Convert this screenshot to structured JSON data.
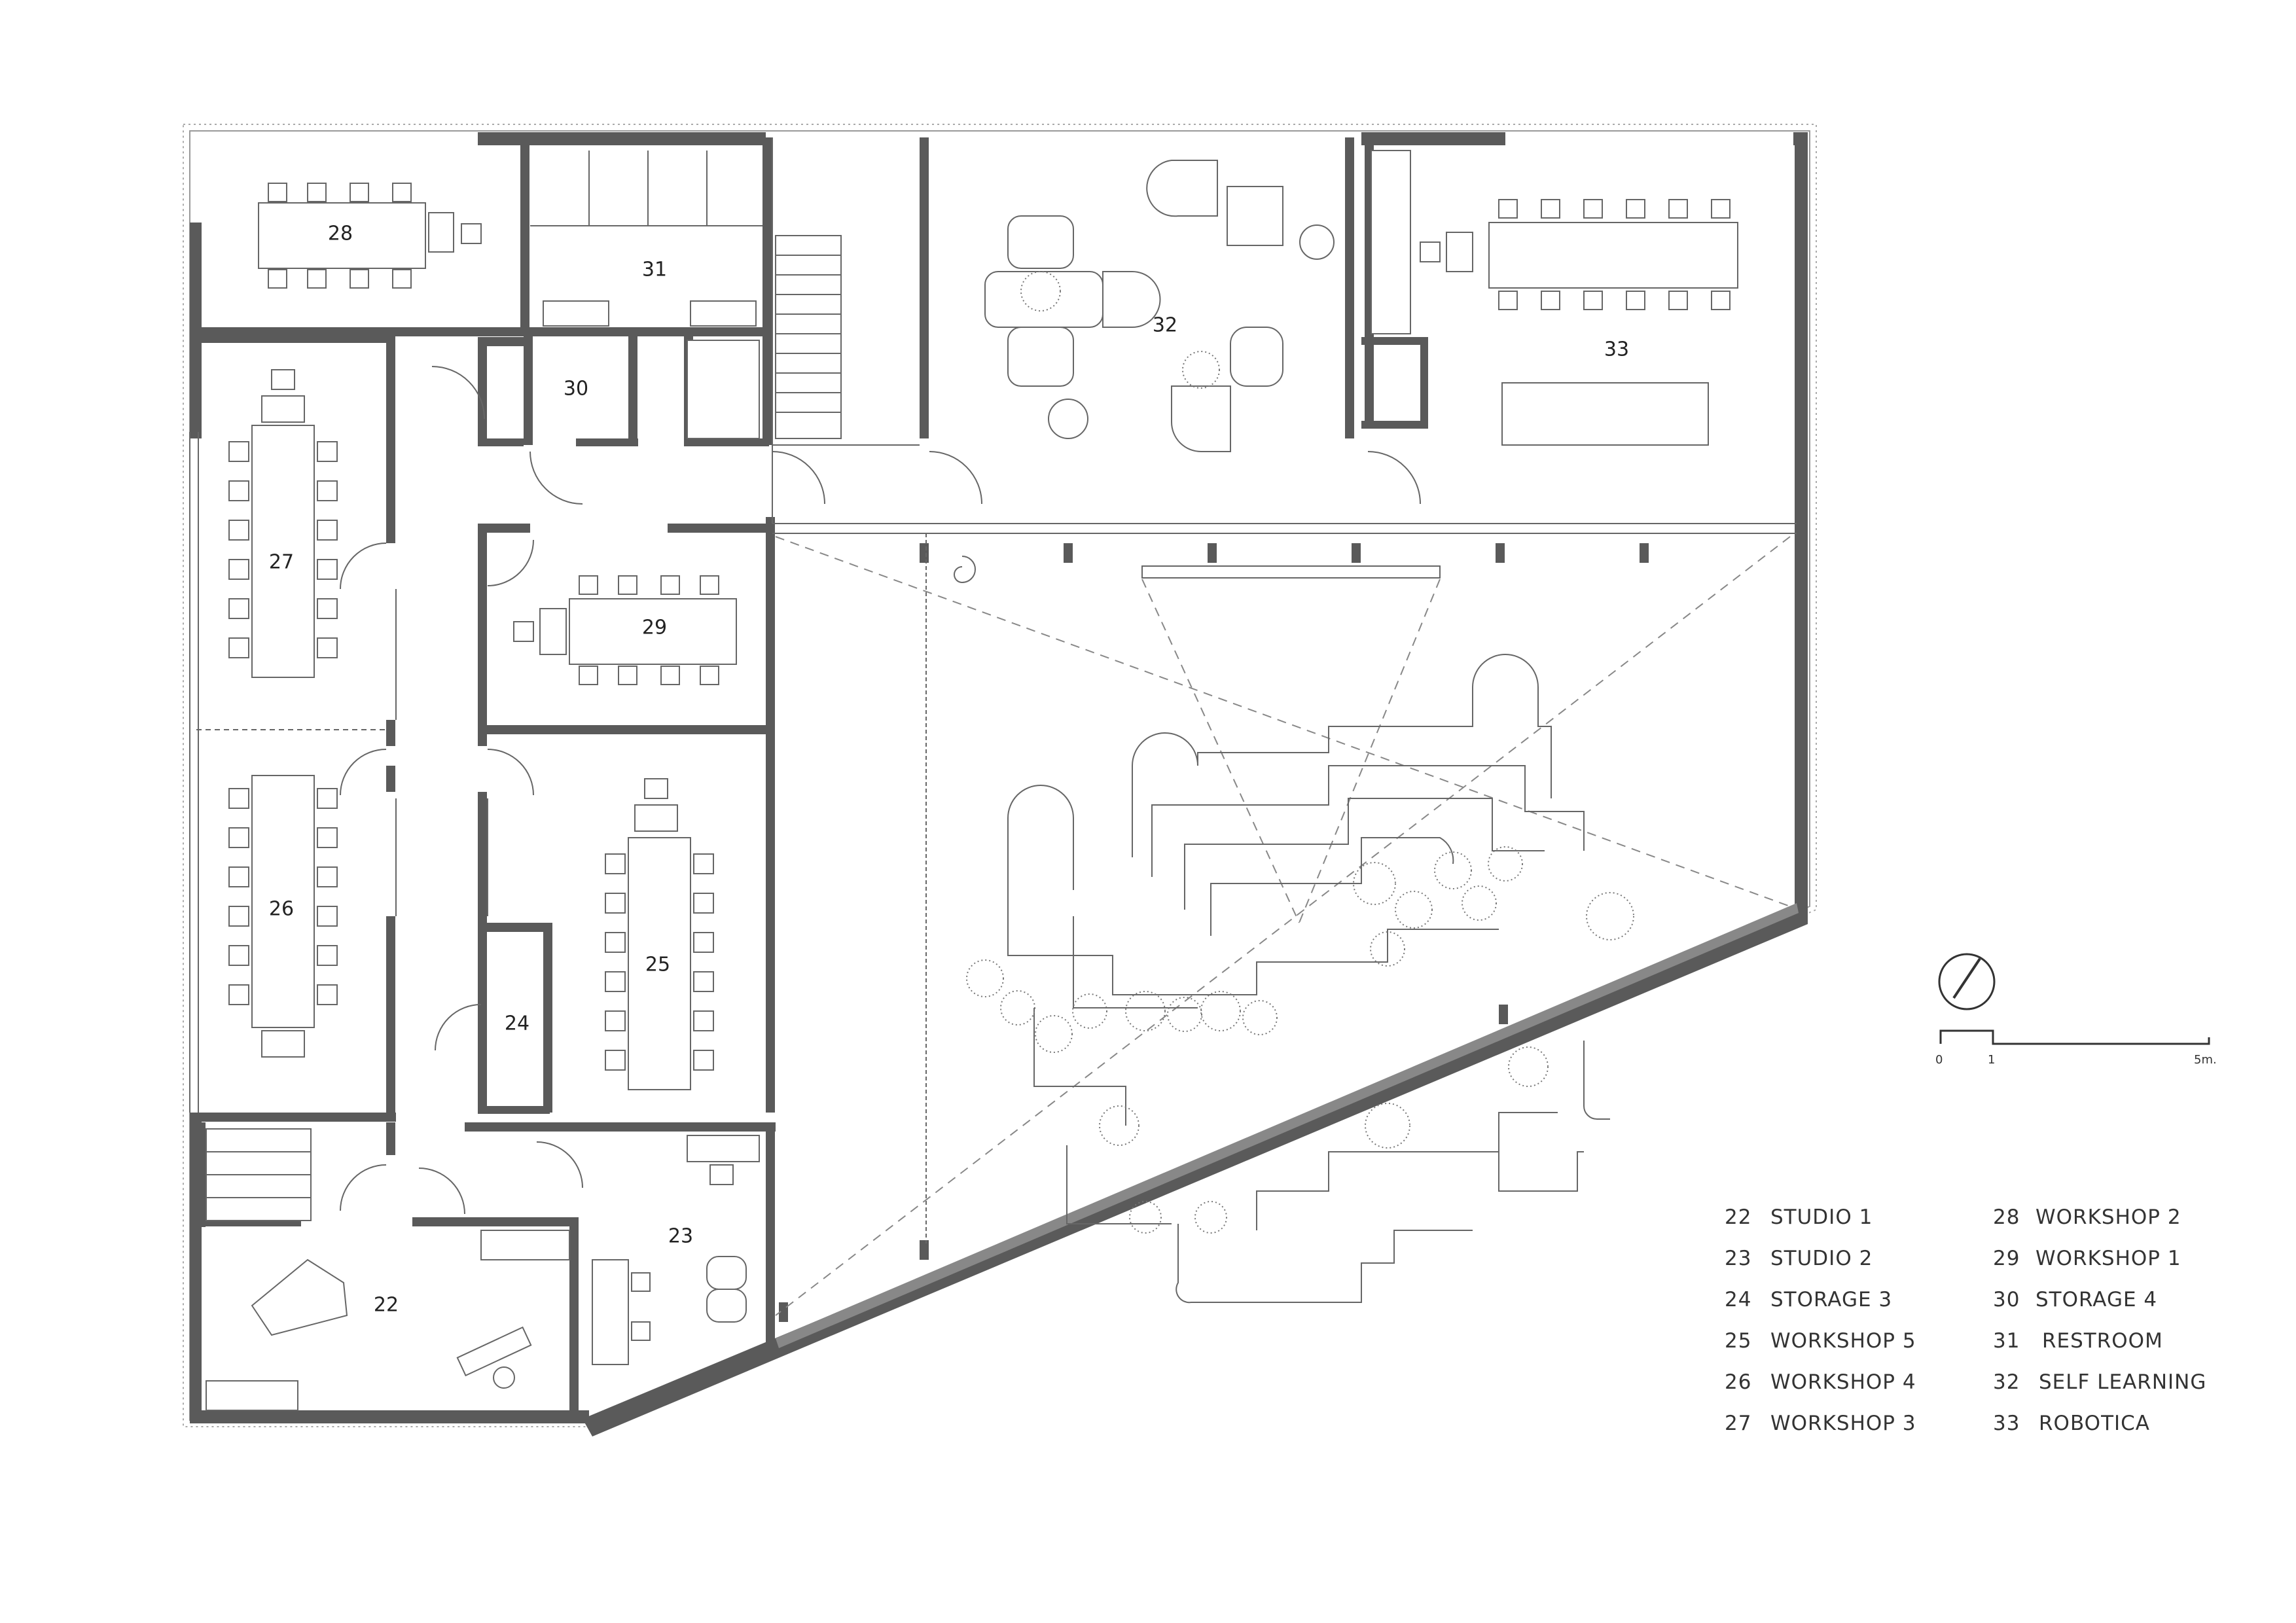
{
  "rooms": [
    {
      "num": "22"
    },
    {
      "num": "23"
    },
    {
      "num": "24"
    },
    {
      "num": "25"
    },
    {
      "num": "26"
    },
    {
      "num": "27"
    },
    {
      "num": "28"
    },
    {
      "num": "29"
    },
    {
      "num": "30"
    },
    {
      "num": "31"
    },
    {
      "num": "32"
    },
    {
      "num": "33"
    }
  ],
  "legend": [
    {
      "num": "22",
      "name": "STUDIO 1"
    },
    {
      "num": "23",
      "name": "STUDIO 2"
    },
    {
      "num": "24",
      "name": "STORAGE 3"
    },
    {
      "num": "25",
      "name": "WORKSHOP 5"
    },
    {
      "num": "26",
      "name": "WORKSHOP 4"
    },
    {
      "num": "27",
      "name": "WORKSHOP 3"
    },
    {
      "num": "28",
      "name": "WORKSHOP 2"
    },
    {
      "num": "29",
      "name": "WORKSHOP 1"
    },
    {
      "num": "30",
      "name": "STORAGE 4"
    },
    {
      "num": "31",
      "name": "RESTROOM"
    },
    {
      "num": "32",
      "name": "SELF LEARNING"
    },
    {
      "num": "33",
      "name": "ROBOTICA"
    }
  ],
  "scale_bar": {
    "label_0": "0",
    "label_1": "1",
    "label_5": "5m."
  },
  "colors": {
    "wall": "#5a5a5a",
    "line": "#666666",
    "background": "#ffffff"
  }
}
